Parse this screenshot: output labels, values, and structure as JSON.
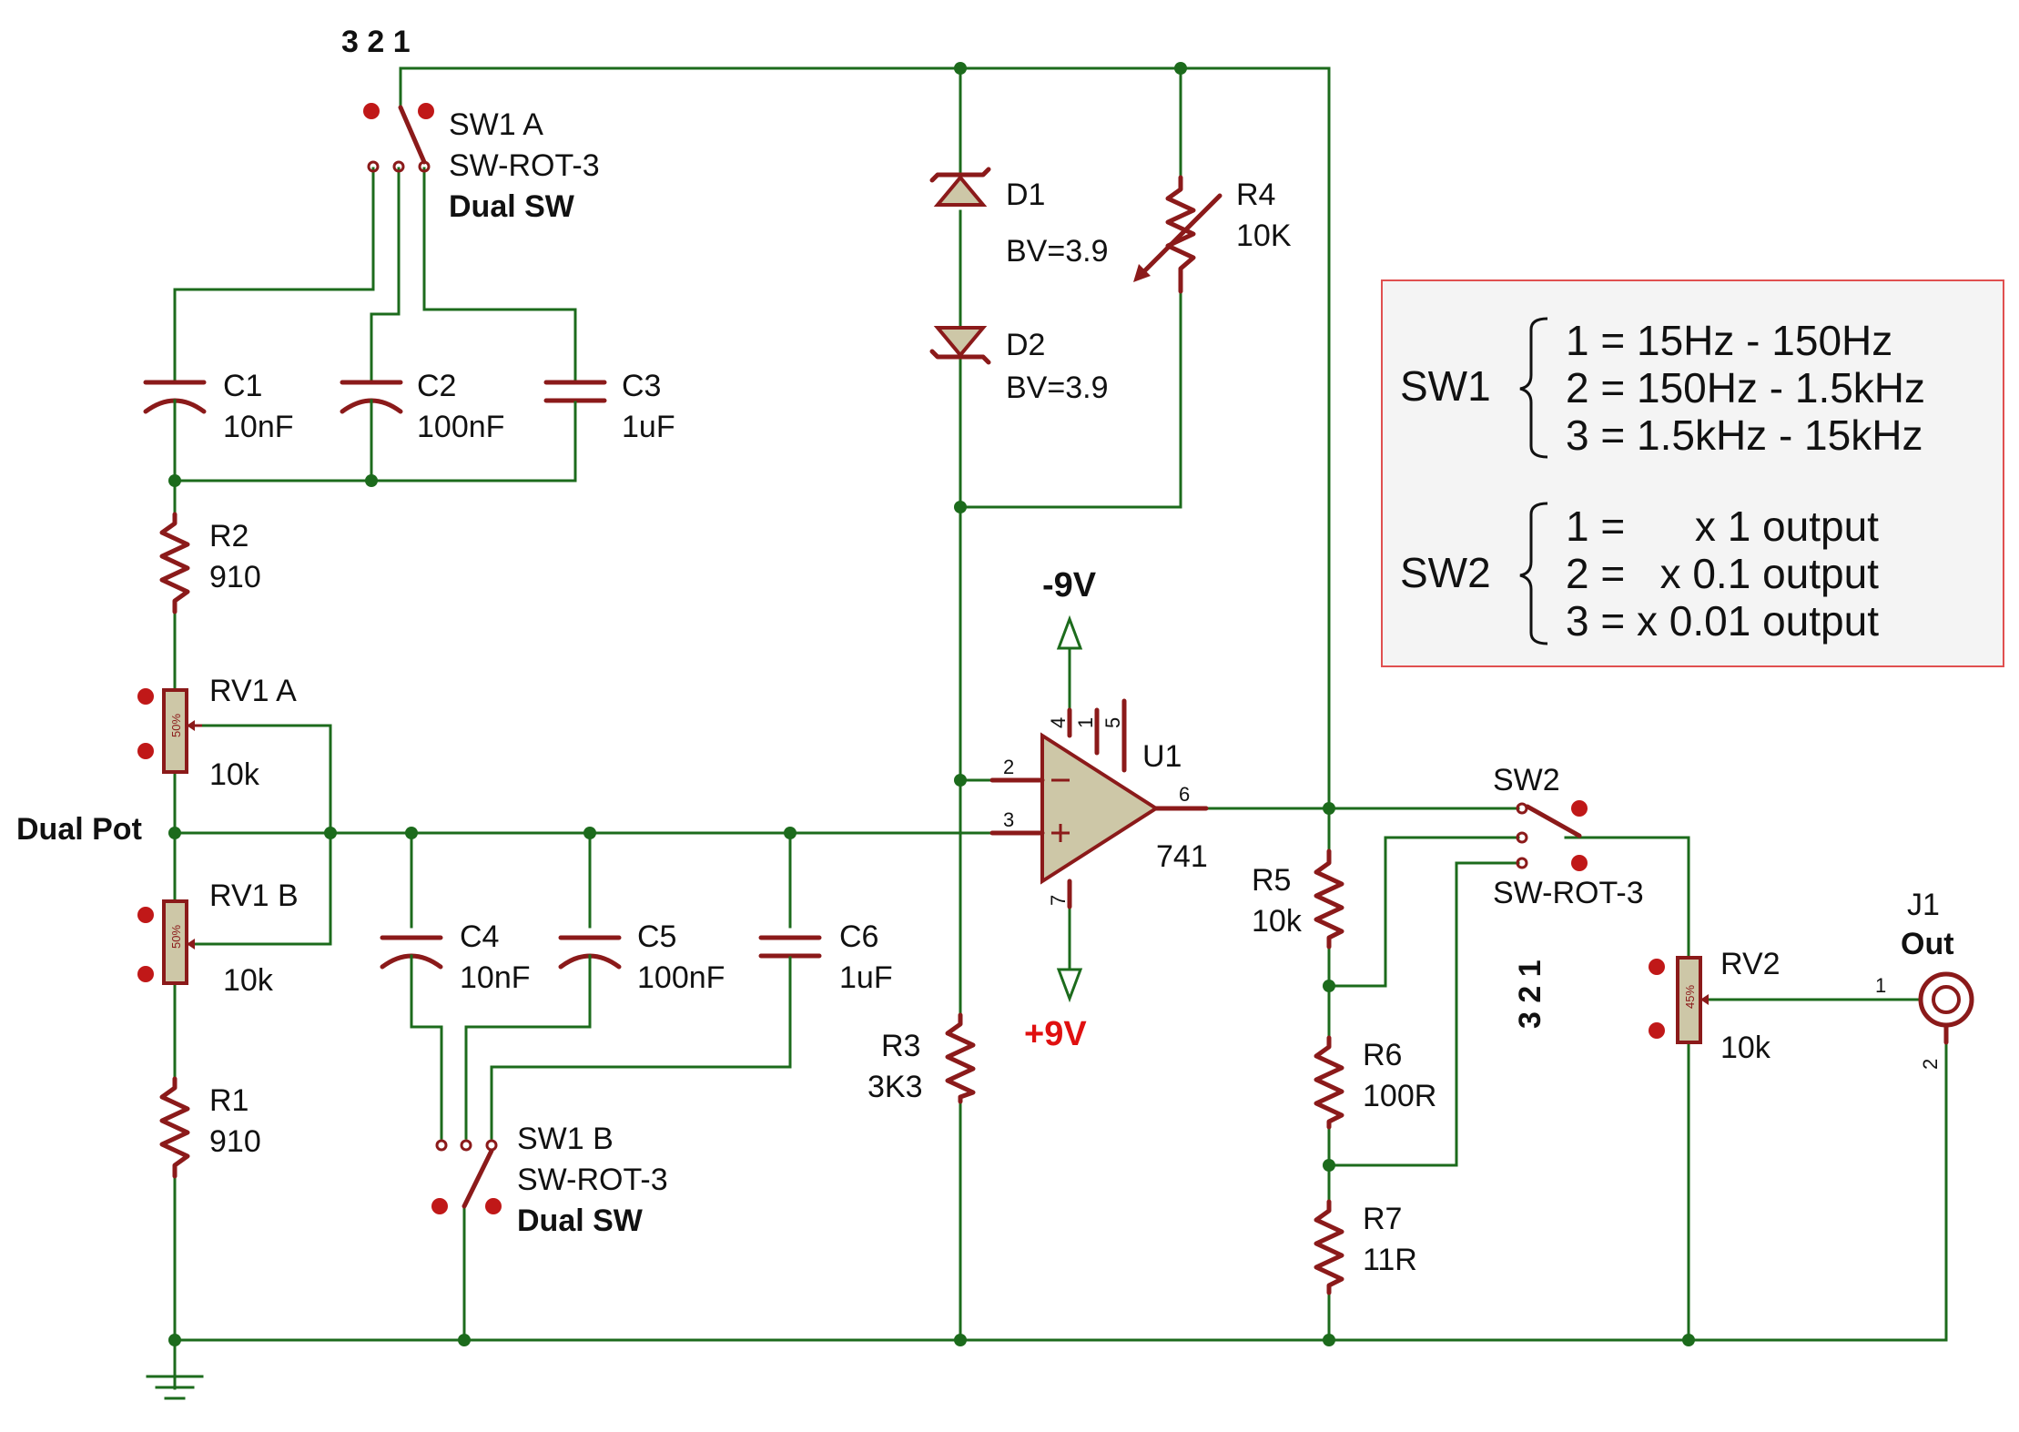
{
  "switch_pos_top": "3 2 1",
  "switch_pos_right": "3 2 1",
  "sw1a": {
    "ref": "SW1 A",
    "type": "SW-ROT-3",
    "note": "Dual SW"
  },
  "sw1b": {
    "ref": "SW1 B",
    "type": "SW-ROT-3",
    "note": "Dual SW"
  },
  "sw2": {
    "ref": "SW2",
    "type": "SW-ROT-3"
  },
  "c1": {
    "ref": "C1",
    "value": "10nF"
  },
  "c2": {
    "ref": "C2",
    "value": "100nF"
  },
  "c3": {
    "ref": "C3",
    "value": "1uF"
  },
  "c4": {
    "ref": "C4",
    "value": "10nF"
  },
  "c5": {
    "ref": "C5",
    "value": "100nF"
  },
  "c6": {
    "ref": "C6",
    "value": "1uF"
  },
  "r1": {
    "ref": "R1",
    "value": "910"
  },
  "r2": {
    "ref": "R2",
    "value": "910"
  },
  "r3": {
    "ref": "R3",
    "value": "3K3"
  },
  "r4": {
    "ref": "R4",
    "value": "10K"
  },
  "r5": {
    "ref": "R5",
    "value": "10k"
  },
  "r6": {
    "ref": "R6",
    "value": "100R"
  },
  "r7": {
    "ref": "R7",
    "value": "11R"
  },
  "rv1a": {
    "ref": "RV1 A",
    "value": "10k",
    "setting": "50%"
  },
  "rv1b": {
    "ref": "RV1 B",
    "value": "10k",
    "setting": "50%"
  },
  "rv2": {
    "ref": "RV2",
    "value": "10k",
    "setting": "45%"
  },
  "dual_pot": "Dual Pot",
  "d1": {
    "ref": "D1",
    "value": "BV=3.9"
  },
  "d2": {
    "ref": "D2",
    "value": "BV=3.9"
  },
  "u1": {
    "ref": "U1",
    "value": "741",
    "pins": {
      "p2": "2",
      "p3": "3",
      "p4": "4",
      "p1": "1",
      "p5": "5",
      "p6": "6",
      "p7": "7"
    }
  },
  "supply": {
    "neg": "-9V",
    "pos": "+9V"
  },
  "j1": {
    "ref": "J1",
    "label": "Out",
    "pin1": "1",
    "pin2": "2"
  },
  "legend": {
    "sw1_label": "SW1",
    "sw1_lines": [
      "1 = 15Hz - 150Hz",
      "2 = 150Hz - 1.5kHz",
      "3 = 1.5kHz - 15kHz"
    ],
    "sw2_label": "SW2",
    "sw2_lines": [
      "1 =      x 1 output",
      "2 =   x 0.1 output",
      "3 = x 0.01 output"
    ]
  },
  "colors": {
    "wire": "#1c6b1c",
    "component": "#8b1a1a",
    "pin": "#c01818",
    "supply_pos": "#e01010",
    "legend_border": "#e05050"
  }
}
